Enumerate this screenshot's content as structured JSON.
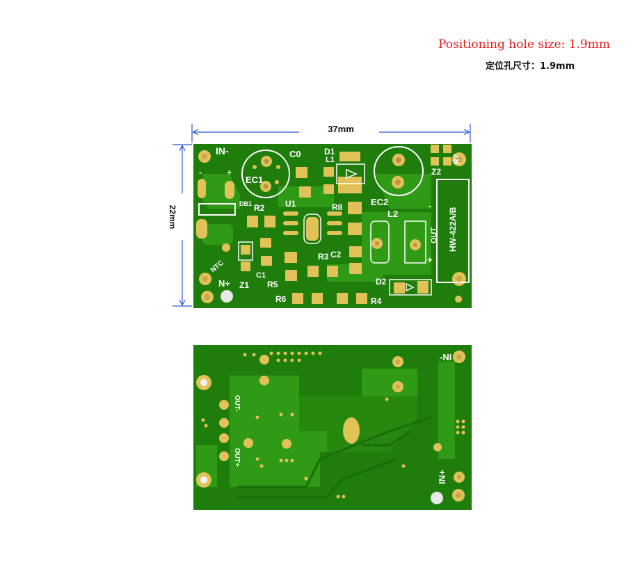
{
  "header": {
    "title_en": "Positioning hole size: 1.9mm",
    "title_cn": "定位孔尺寸：1.9mm"
  },
  "dimensions": {
    "width": "37mm",
    "height": "22mm"
  },
  "top_board": {
    "labels": {
      "in_minus": "IN-",
      "minus": "-",
      "plus": "+",
      "c0": "C0",
      "d1": "D1",
      "l1": "L1",
      "ec1": "EC1",
      "ec2": "EC2",
      "z2": "Z2",
      "r7": "R7",
      "db1": "DB1",
      "r2": "R2",
      "u1": "U1",
      "r8": "R8",
      "l2": "L2",
      "model": "HW-422A/B",
      "out": "OUT",
      "out_minus": "-",
      "out_plus": "+",
      "ntc": "NTC",
      "c1": "C1",
      "r3": "R3",
      "c2": "C2",
      "z1": "Z1",
      "r5": "R5",
      "d2": "D2",
      "n_plus": "N+",
      "r6": "R6",
      "r4": "R4"
    }
  },
  "bottom_board": {
    "labels": {
      "in_minus_mirrored": "-NI",
      "out_minus": "OUT-",
      "out_plus": "OUT+",
      "in_plus": "IN+"
    }
  },
  "colors": {
    "board": "#1f7d0c",
    "board_dark": "#15600a",
    "copper": "#2f9a16",
    "pad": "#e1c259",
    "dimension_line": "#2f56c8",
    "title_red": "#e31b1b"
  }
}
